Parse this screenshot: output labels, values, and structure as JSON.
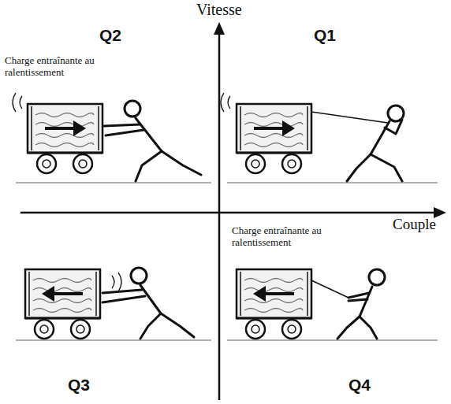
{
  "diagram": {
    "labels": [
      "Vitesse",
      "Q2",
      "Q1",
      "Charge entraînante au ralentissement",
      "Couple",
      "Charge entraînante au ralentissement",
      "Q3",
      "Q4"
    ]
  }
}
